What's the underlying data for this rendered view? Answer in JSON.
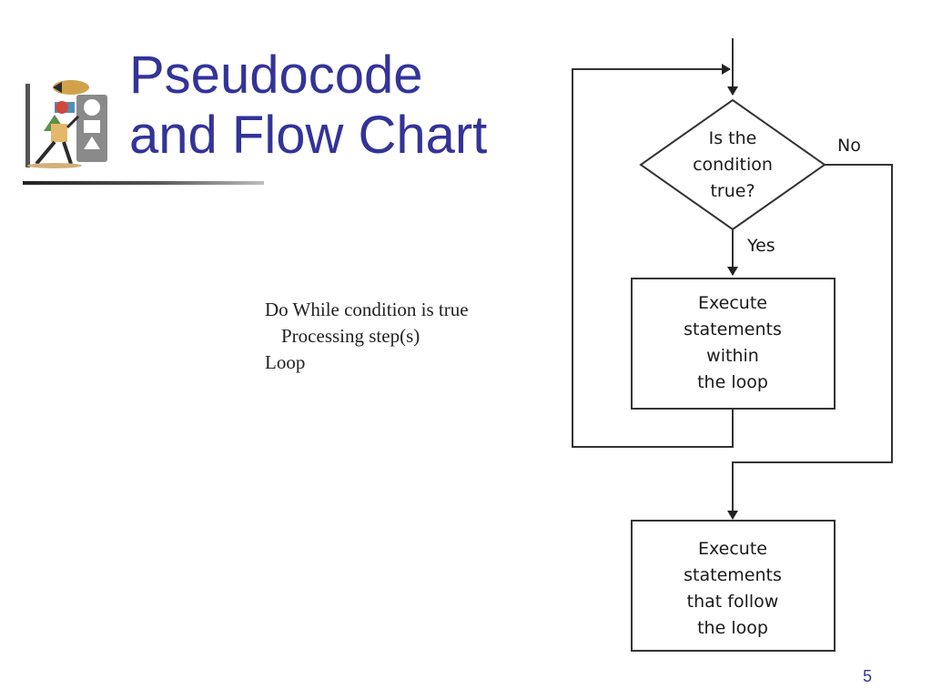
{
  "slide": {
    "title_line1": "Pseudocode",
    "title_line2": "and Flow Chart",
    "page_number": "5",
    "colors": {
      "title": "#333399",
      "text": "#1a1a1a",
      "line": "#333333"
    }
  },
  "logo": {
    "icon": "clipart-figure-with-shapes-icon"
  },
  "pseudocode": {
    "lines": [
      "Do While condition is true",
      "Processing step(s)",
      "Loop"
    ]
  },
  "flowchart": {
    "decision": {
      "line1": "Is the",
      "line2": "condition",
      "line3": "true?"
    },
    "yes_label": "Yes",
    "no_label": "No",
    "loop_body_box": {
      "line1": "Execute",
      "line2": "statements",
      "line3": "within",
      "line4": "the loop"
    },
    "after_loop_box": {
      "line1": "Execute",
      "line2": "statements",
      "line3": "that follow",
      "line4": "the loop"
    }
  }
}
